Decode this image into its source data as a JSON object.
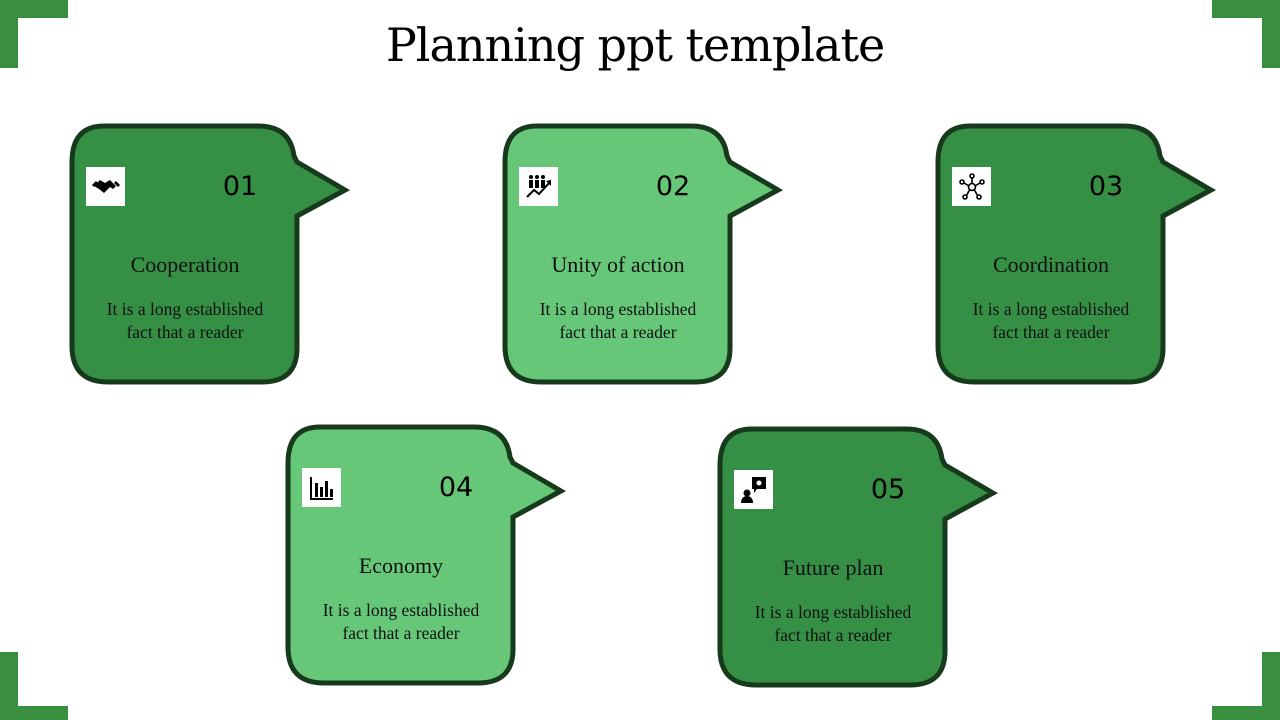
{
  "title": "Planning ppt template",
  "colors": {
    "dark": "#358f45",
    "light": "#66c779",
    "stroke": "#183a1c",
    "corner": "#3a8f3e"
  },
  "cards": [
    {
      "number": "01",
      "title": "Cooperation",
      "desc1": "It is a long established",
      "desc2": "fact that a reader",
      "icon": "handshake-icon",
      "shade": "dark"
    },
    {
      "number": "02",
      "title": "Unity of action",
      "desc1": "It is a long established",
      "desc2": "fact that a reader",
      "icon": "team-growth-icon",
      "shade": "light"
    },
    {
      "number": "03",
      "title": "Coordination",
      "desc1": "It is a long established",
      "desc2": "fact that a reader",
      "icon": "network-icon",
      "shade": "dark"
    },
    {
      "number": "04",
      "title": "Economy",
      "desc1": "It is a long established",
      "desc2": "fact that a reader",
      "icon": "bar-chart-icon",
      "shade": "light"
    },
    {
      "number": "05",
      "title": "Future plan",
      "desc1": "It is a long established",
      "desc2": "fact that a reader",
      "icon": "idea-person-icon",
      "shade": "dark"
    }
  ]
}
